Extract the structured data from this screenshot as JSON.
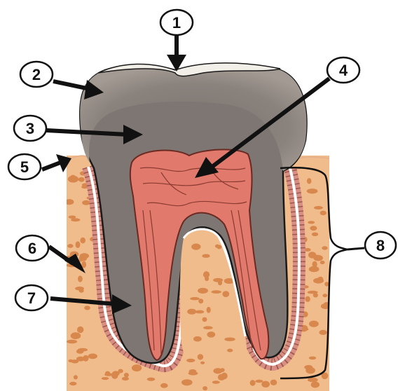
{
  "diagram": {
    "callouts": [
      {
        "id": "1",
        "label": "1"
      },
      {
        "id": "2",
        "label": "2"
      },
      {
        "id": "3",
        "label": "3"
      },
      {
        "id": "4",
        "label": "4"
      },
      {
        "id": "5",
        "label": "5"
      },
      {
        "id": "6",
        "label": "6"
      },
      {
        "id": "7",
        "label": "7"
      },
      {
        "id": "8",
        "label": "8"
      }
    ],
    "colors": {
      "enamel": "#9a918a",
      "enamel_cap": "#f2eee8",
      "dentin": "#7e7672",
      "pulp": "#e17a6c",
      "pulp_veins": "#8a3a30",
      "bone": "#f1bc8c",
      "bone_spots": "#d8874d",
      "ligament": "#d88e82",
      "outline": "#1a1a1a"
    }
  }
}
